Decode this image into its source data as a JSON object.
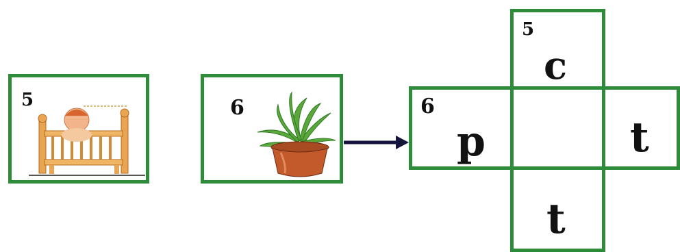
{
  "clues": [
    {
      "number": "5",
      "picture": "baby-in-crib"
    },
    {
      "number": "6",
      "picture": "potted-plant"
    }
  ],
  "grid": {
    "down_number": "5",
    "across_number": "6",
    "letters": {
      "down_top": "c",
      "across_left": "p",
      "center": "",
      "across_right": "t",
      "down_bottom": "t"
    }
  },
  "colors": {
    "border": "#2e8b3a",
    "arrow": "#14143c",
    "text": "#111111"
  }
}
